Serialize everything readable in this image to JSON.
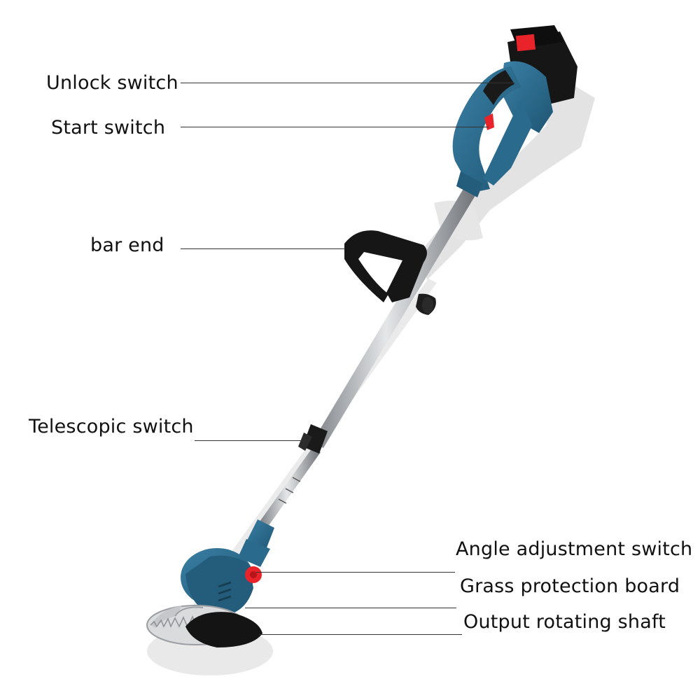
{
  "labels": {
    "unlock_switch": "Unlock switch",
    "start_switch": "Start switch",
    "bar_end": "bar end",
    "telescopic_switch": "Telescopic switch",
    "angle_adjustment_switch": "Angle adjustment switch",
    "grass_protection_board": "Grass protection board",
    "output_rotating_shaft": "Output rotating shaft"
  },
  "colors": {
    "body_blue": "#2a6a8c",
    "accent_red": "#e8232a",
    "black": "#151515",
    "shaft_silver": "#b9bcc0",
    "background": "#ffffff"
  }
}
